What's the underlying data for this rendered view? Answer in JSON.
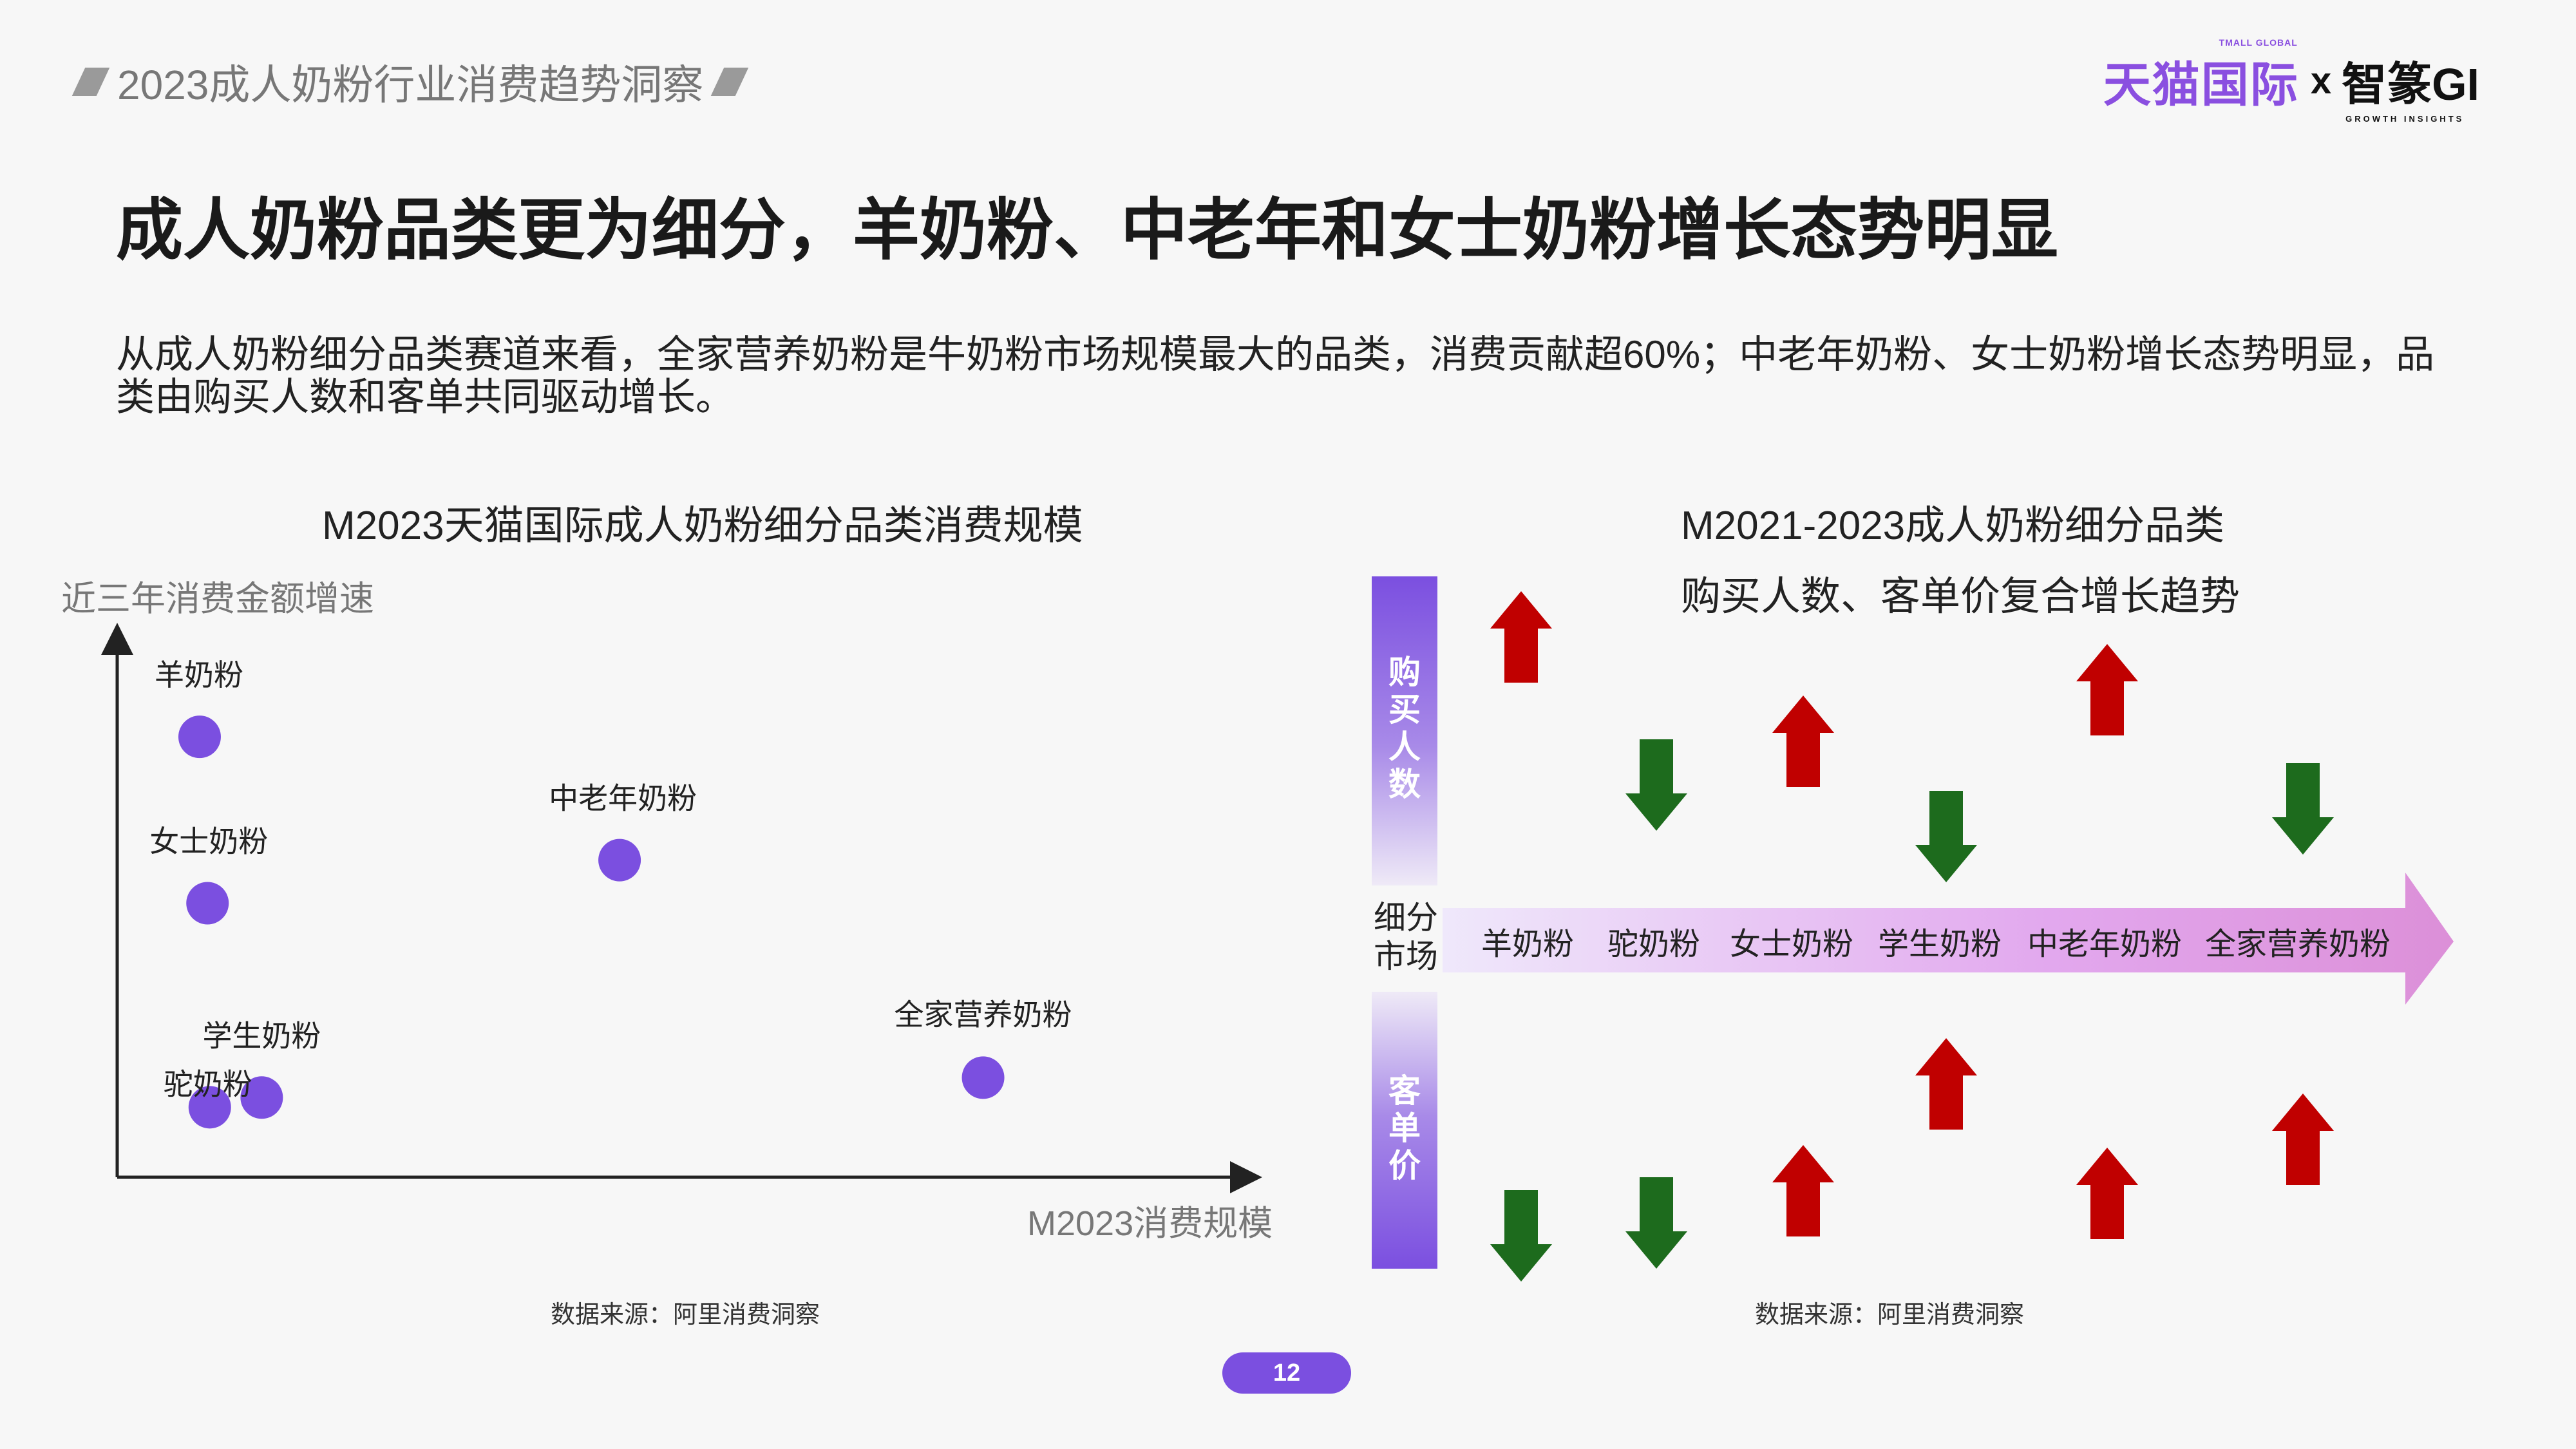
{
  "header": {
    "report_title": "2023成人奶粉行业消费趋势洞察",
    "brand_tmall": "天猫国际",
    "brand_tmall_sub": "TMALL GLOBAL",
    "brand_x": "x",
    "brand_gi": "智篆GI",
    "brand_gi_sub": "GROWTH INSIGHTS"
  },
  "main_title": "成人奶粉品类更为细分，羊奶粉、中老年和女士奶粉增长态势明显",
  "description": "从成人奶粉细分品类赛道来看，全家营养奶粉是牛奶粉市场规模最大的品类，消费贡献超60%；中老年奶粉、女士奶粉增长态势明显，品类由购买人数和客单共同驱动增长。",
  "chart_data": [
    {
      "type": "scatter",
      "title": "M2023天猫国际成人奶粉细分品类消费规模",
      "xlabel": "M2023消费规模",
      "ylabel": "近三年消费金额增速",
      "xlim": [
        0,
        100
      ],
      "ylim": [
        0,
        100
      ],
      "grid": false,
      "color": "#7b4fe0",
      "points": [
        {
          "label": "羊奶粉",
          "x": 7.3,
          "y": 81.8
        },
        {
          "label": "女士奶粉",
          "x": 8.0,
          "y": 50.9
        },
        {
          "label": "中老年奶粉",
          "x": 44.5,
          "y": 58.9
        },
        {
          "label": "学生奶粉",
          "x": 12.8,
          "y": 14.8
        },
        {
          "label": "驼奶粉",
          "x": 8.2,
          "y": 13.0
        },
        {
          "label": "全家营养奶粉",
          "x": 76.7,
          "y": 18.5
        }
      ]
    },
    {
      "type": "table",
      "title": "M2021-2023成人奶粉细分品类",
      "subtitle": "购买人数、客单价复合增长趋势",
      "row_labels": [
        "购买人数",
        "客单价"
      ],
      "axis_label": "细分市场",
      "categories": [
        "羊奶粉",
        "驼奶粉",
        "女士奶粉",
        "学生奶粉",
        "中老年奶粉",
        "全家营养奶粉"
      ],
      "buyers_trend": [
        "up",
        "down",
        "up",
        "down",
        "up",
        "down"
      ],
      "price_trend": [
        "down",
        "down",
        "up",
        "up",
        "up",
        "up"
      ],
      "up_color": "#c00000",
      "down_color": "#1d6b1d"
    }
  ],
  "sources": {
    "left": "数据来源：阿里消费洞察",
    "right": "数据来源：阿里消费洞察"
  },
  "page_number": "12"
}
